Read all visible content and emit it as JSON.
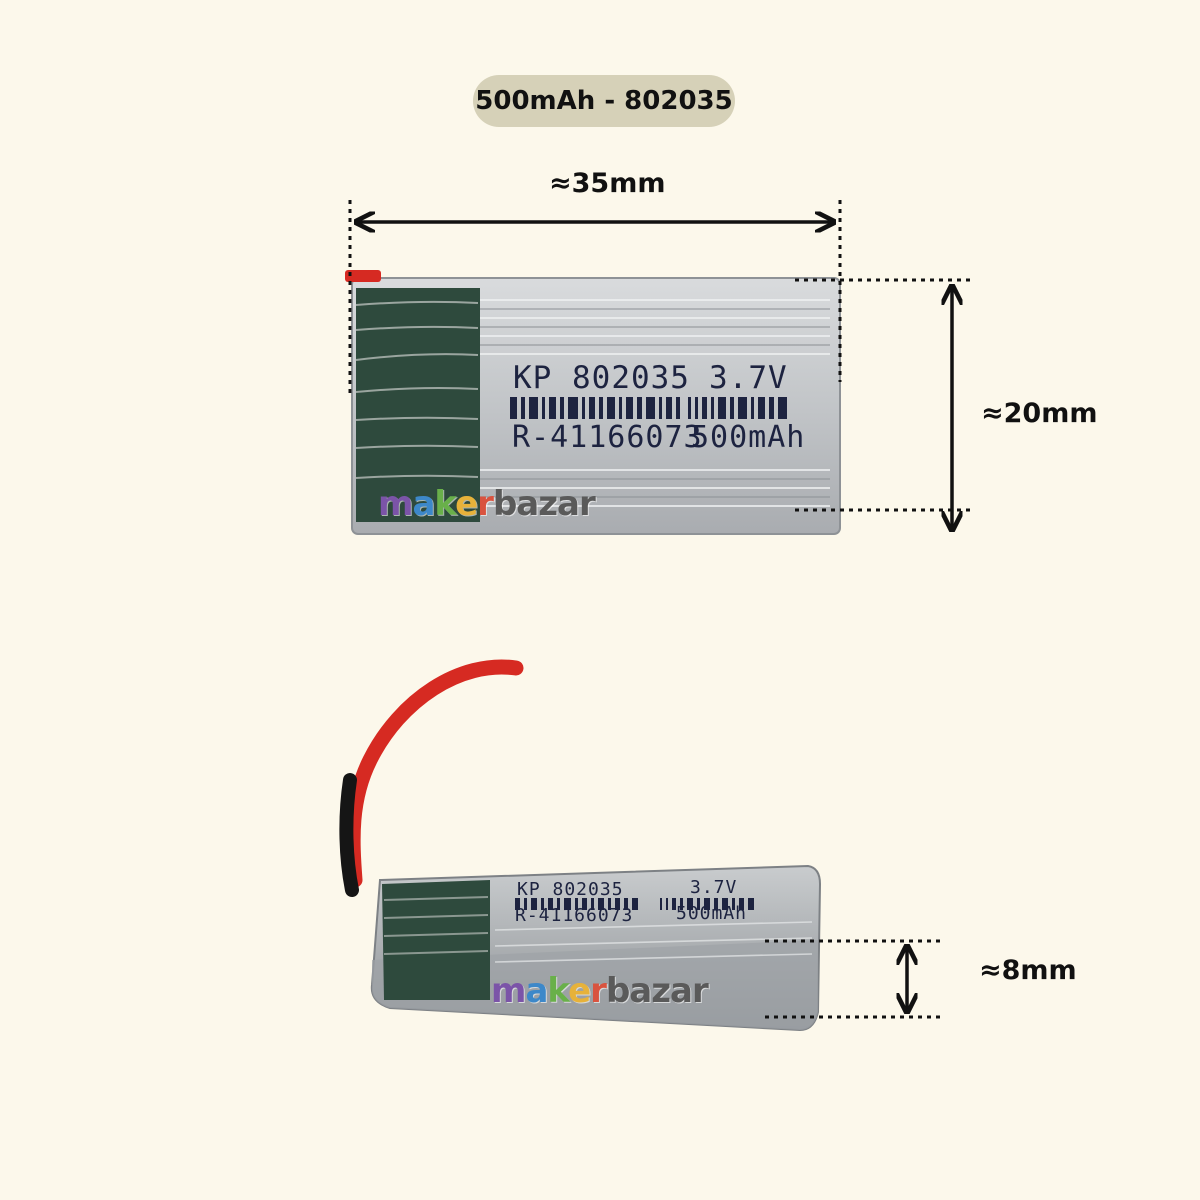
{
  "title": "500mAh - 802035",
  "dimensions": {
    "width": "≈35mm",
    "height": "≈20mm",
    "thickness": "≈8mm"
  },
  "battery_label": {
    "line1_model": "KP 802035",
    "line1_voltage": "3.7V",
    "line2_serial": "R-41166073",
    "line2_capacity": "500mAh"
  },
  "watermark": {
    "colored_part": "maker",
    "plain_part": "bazar"
  },
  "colors": {
    "background": "#fcf8eb",
    "pill": "#d6d1b8",
    "battery_silver": "#b9bcbf",
    "battery_green_band": "#2e4a3d",
    "wire_red": "#d62a22",
    "wire_black": "#151515"
  }
}
